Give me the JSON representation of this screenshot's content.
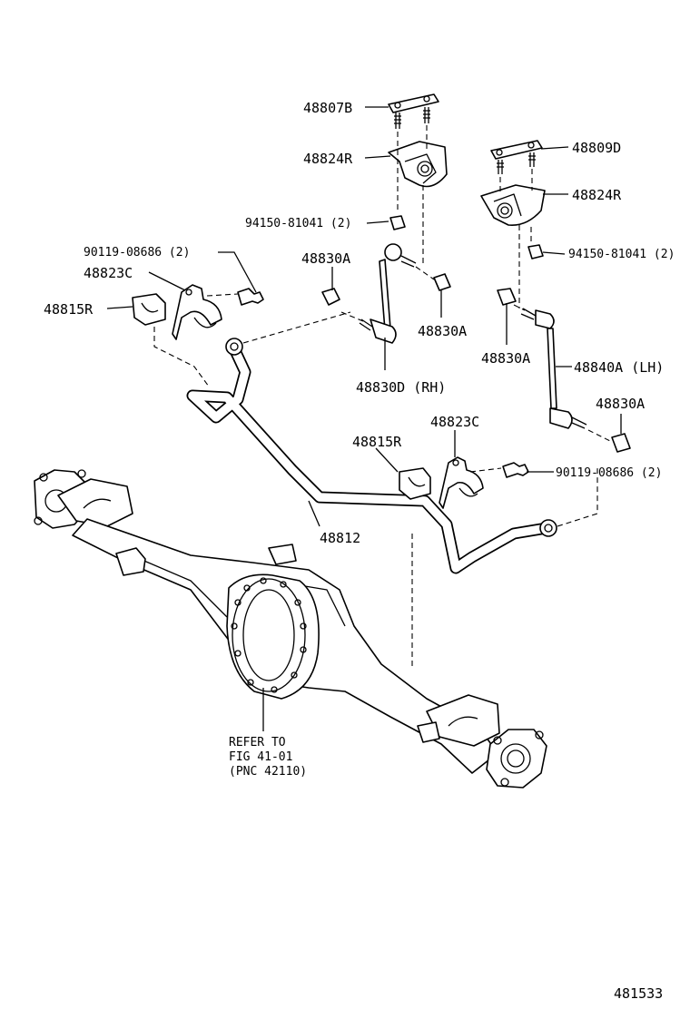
{
  "labels": {
    "p48807B": "48807B",
    "p48824R_left": "48824R",
    "p48809D": "48809D",
    "p48824R_right": "48824R",
    "p94150_left": "94150-81041 (2)",
    "p94150_right": "94150-81041 (2)",
    "p90119_left": "90119-08686 (2)",
    "p48823C_left": "48823C",
    "p48815R_left": "48815R",
    "p48830A_upper_left": "48830A",
    "p48830A_mid": "48830A",
    "p48830A_right_upper": "48830A",
    "p48830A_right_lower": "48830A",
    "p48840A": "48840A (LH)",
    "p48830D": "48830D (RH)",
    "p48823C_right": "48823C",
    "p48815R_right": "48815R",
    "p90119_right": "90119-08686 (2)",
    "p48812": "48812",
    "refer_line1": "REFER TO",
    "refer_line2": "FIG 41-01",
    "refer_line3": "(PNC 42110)",
    "figure_number": "481533"
  }
}
